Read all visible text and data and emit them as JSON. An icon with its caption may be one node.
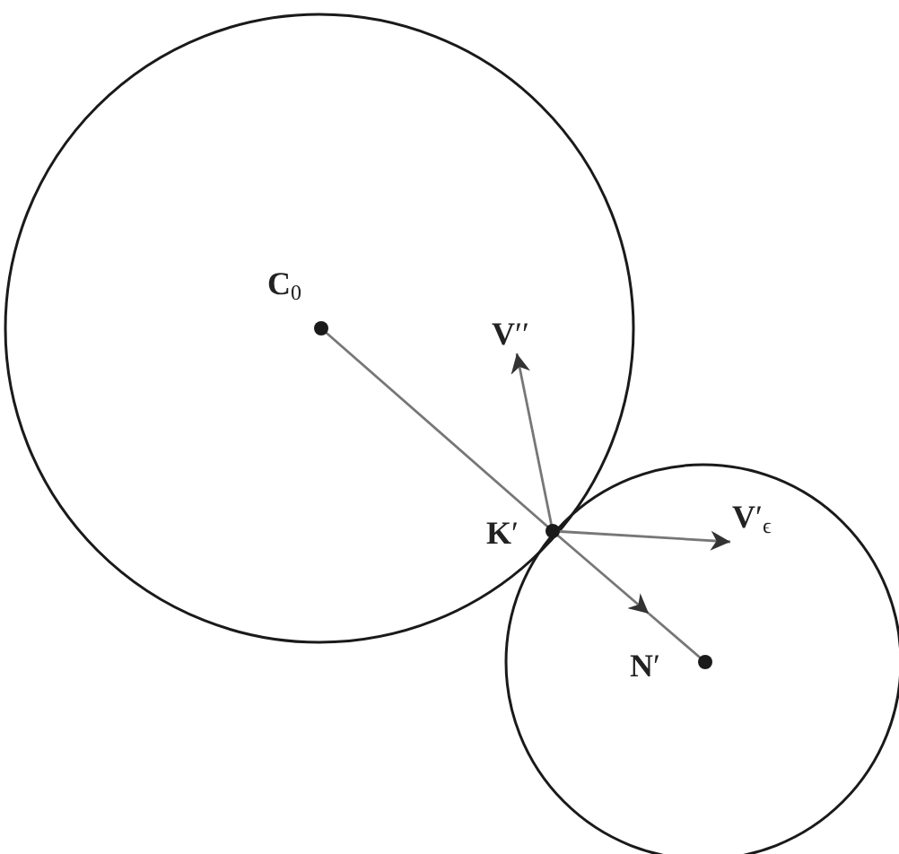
{
  "diagram": {
    "nodes": [
      {
        "text": [
          "**C**$_{0}$"
        ]
      },
      {
        "text": [
          "**V**′′"
        ]
      },
      {
        "text": [
          "**K**′"
        ]
      },
      {
        "text": [
          "**V**′$_{ϵ}$"
        ]
      },
      {
        "text": [
          "**N**′"
        ]
      }
    ],
    "edges": [
      {
        "from": 0,
        "to": 2,
        "arrow": "none"
      },
      {
        "from": 2,
        "to": 1,
        "arrow": "to"
      },
      {
        "from": 2,
        "to": 3,
        "arrow": "to"
      },
      {
        "from": 2,
        "to": 4,
        "arrow": "to"
      }
    ]
  }
}
